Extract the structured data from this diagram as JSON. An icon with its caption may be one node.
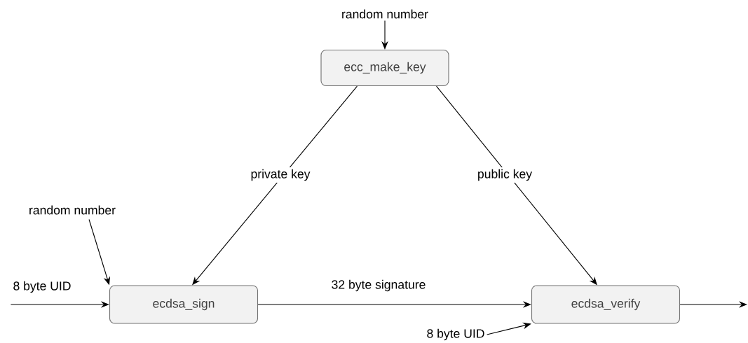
{
  "diagram": {
    "nodes": [
      {
        "text": [
          "ecc_make_key"
        ]
      },
      {
        "text": [
          "ecdsa_sign"
        ]
      },
      {
        "text": [
          "ecdsa_verify"
        ]
      },
      {
        "text": [
          "random number"
        ]
      },
      {
        "text": [
          "random number"
        ]
      },
      {
        "text": [
          "8 byte UID"
        ]
      },
      {
        "text": [
          "8 byte UID"
        ]
      }
    ],
    "edges": [
      {
        "from": 3,
        "to": 0,
        "arrow": "to"
      },
      {
        "from": 0,
        "to": 1,
        "arrow": "to",
        "label": "private key"
      },
      {
        "from": 0,
        "to": 2,
        "arrow": "to",
        "label": "public key"
      },
      {
        "from": 4,
        "to": 1,
        "arrow": "to"
      },
      {
        "from": 5,
        "to": 1,
        "arrow": "to"
      },
      {
        "from": 1,
        "to": 2,
        "arrow": "to",
        "label": "32 byte signature"
      },
      {
        "from": 6,
        "to": 2,
        "arrow": "to"
      },
      {
        "from": 2,
        "to": null,
        "arrow": "to"
      }
    ]
  }
}
